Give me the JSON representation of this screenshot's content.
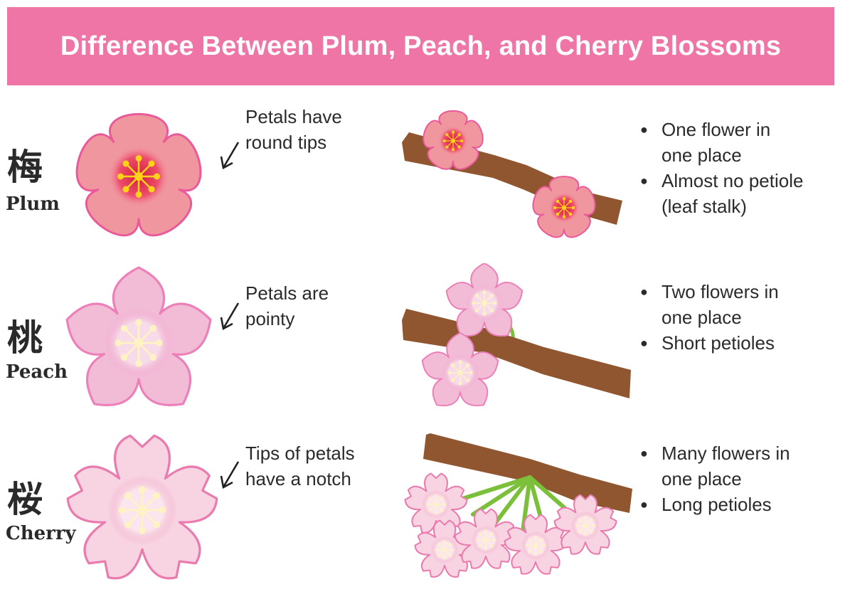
{
  "title": "Difference Between Plum, Peach, and Cherry Blossoms",
  "colors": {
    "banner": "#ef75a6",
    "branch": "#8f5630",
    "stem": "#7cbf3a",
    "plum_petal": "#f0969f",
    "plum_outline": "#e95a9a",
    "plum_center": "#d21e3c",
    "peach_petal": "#f2bcd7",
    "peach_outline": "#ec80b8",
    "cherry_petal": "#f8d4e2",
    "cherry_outline": "#ea7bae",
    "stamen_yellow": "#ffd21a",
    "stamen_cream": "#fff3c4"
  },
  "rows": [
    {
      "kanji": "梅",
      "name": "Plum",
      "note": [
        "Petals have",
        "round tips"
      ],
      "bullets": [
        "One flower in",
        "one place",
        "Almost no petiole",
        "(leaf stalk)"
      ]
    },
    {
      "kanji": "桃",
      "name": "Peach",
      "note": [
        "Petals are",
        "pointy"
      ],
      "bullets": [
        "Two flowers in",
        "one place",
        "Short petioles"
      ]
    },
    {
      "kanji": "桜",
      "name": "Cherry",
      "note": [
        "Tips of petals",
        "have a notch"
      ],
      "bullets": [
        "Many flowers in",
        "one place",
        "Long petioles"
      ]
    }
  ]
}
